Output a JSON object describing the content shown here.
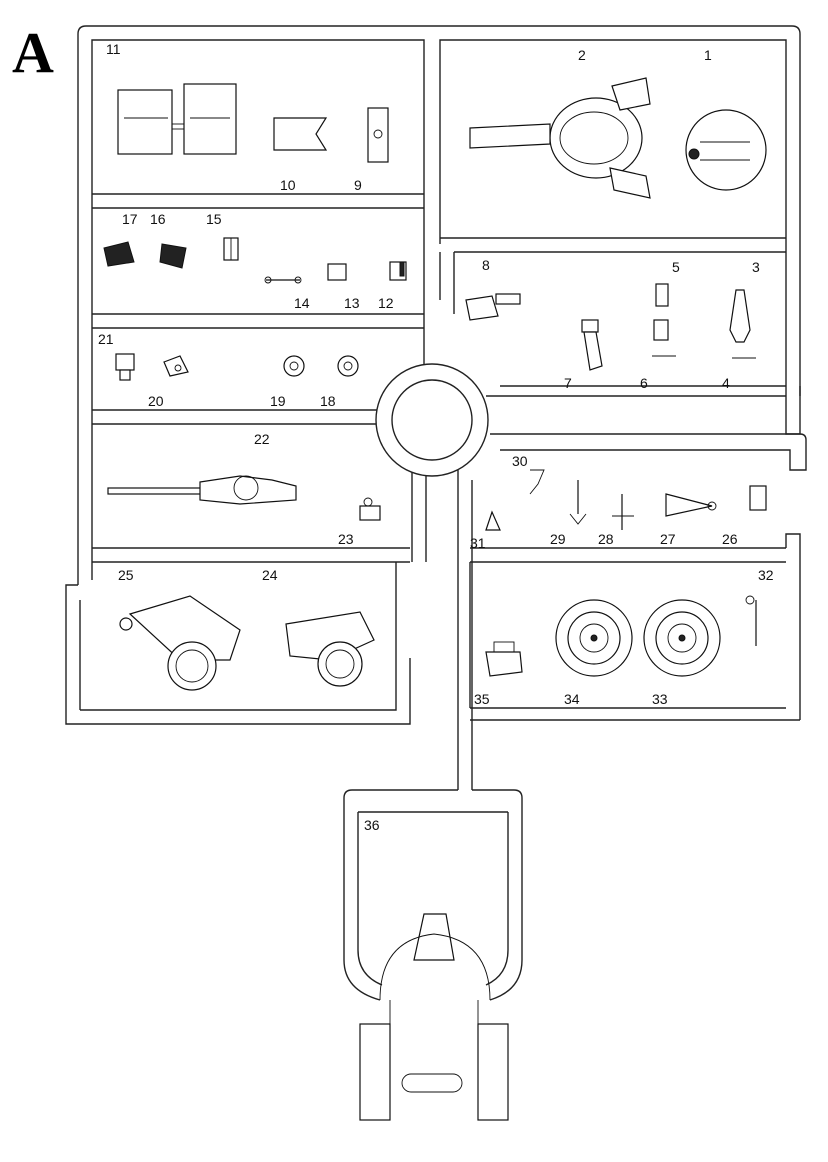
{
  "sprue": {
    "letter": "A"
  },
  "parts": [
    {
      "number": "1"
    },
    {
      "number": "2"
    },
    {
      "number": "3"
    },
    {
      "number": "4"
    },
    {
      "number": "5"
    },
    {
      "number": "6"
    },
    {
      "number": "7"
    },
    {
      "number": "8"
    },
    {
      "number": "9"
    },
    {
      "number": "10"
    },
    {
      "number": "11"
    },
    {
      "number": "12"
    },
    {
      "number": "13"
    },
    {
      "number": "14"
    },
    {
      "number": "15"
    },
    {
      "number": "16"
    },
    {
      "number": "17"
    },
    {
      "number": "18"
    },
    {
      "number": "19"
    },
    {
      "number": "20"
    },
    {
      "number": "21"
    },
    {
      "number": "22"
    },
    {
      "number": "23"
    },
    {
      "number": "24"
    },
    {
      "number": "25"
    },
    {
      "number": "26"
    },
    {
      "number": "27"
    },
    {
      "number": "28"
    },
    {
      "number": "29"
    },
    {
      "number": "30"
    },
    {
      "number": "31"
    },
    {
      "number": "32"
    },
    {
      "number": "33"
    },
    {
      "number": "34"
    },
    {
      "number": "35"
    },
    {
      "number": "36"
    }
  ]
}
